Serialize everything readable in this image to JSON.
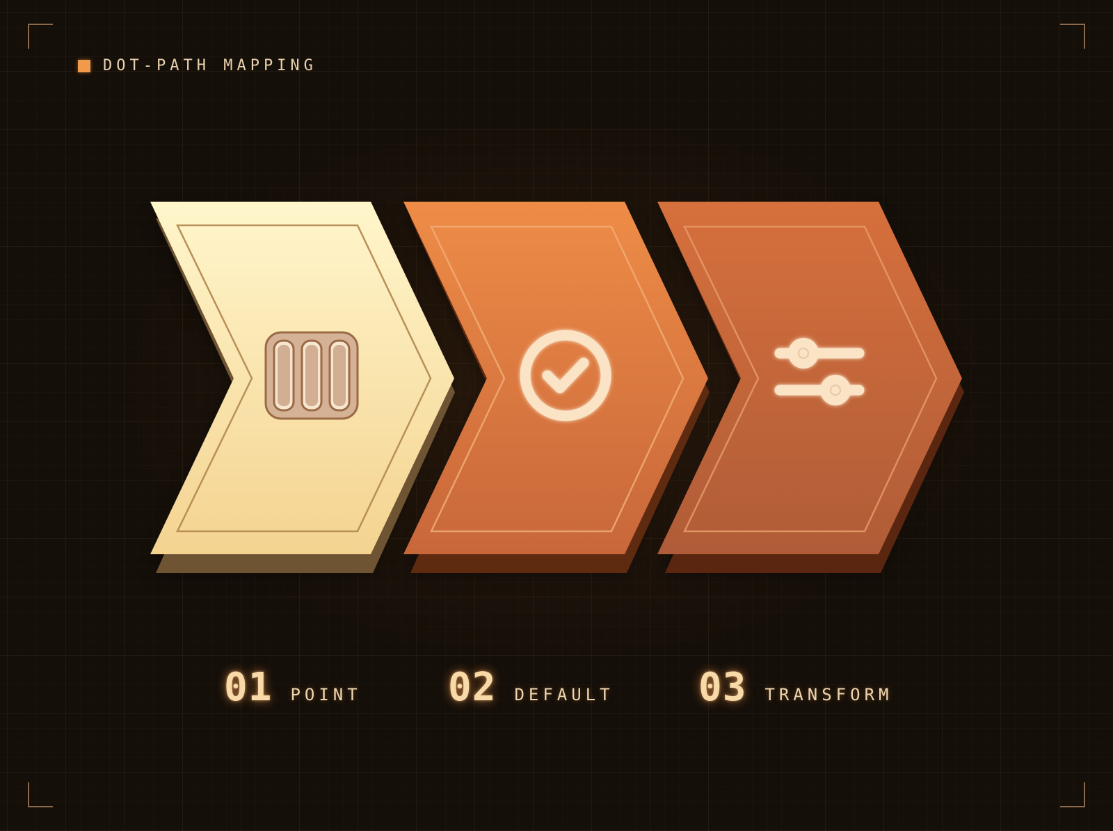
{
  "header": {
    "title": "DOT-PATH MAPPING",
    "marker_color": "#f29a4c"
  },
  "steps": [
    {
      "number": "01",
      "label": "POINT",
      "icon": "text-cursor-segments-icon",
      "face_colors": [
        "#fff6cc",
        "#f6d692"
      ],
      "shadow_color": "#6e5432"
    },
    {
      "number": "02",
      "label": "DEFAULT",
      "icon": "check-circle-icon",
      "face_colors": [
        "#ec8a45",
        "#c9683a"
      ],
      "shadow_color": "#5e2a10"
    },
    {
      "number": "03",
      "label": "TRANSFORM",
      "icon": "sliders-icon",
      "face_colors": [
        "#d8703a",
        "#b35e38"
      ],
      "shadow_color": "#5a2610"
    }
  ]
}
